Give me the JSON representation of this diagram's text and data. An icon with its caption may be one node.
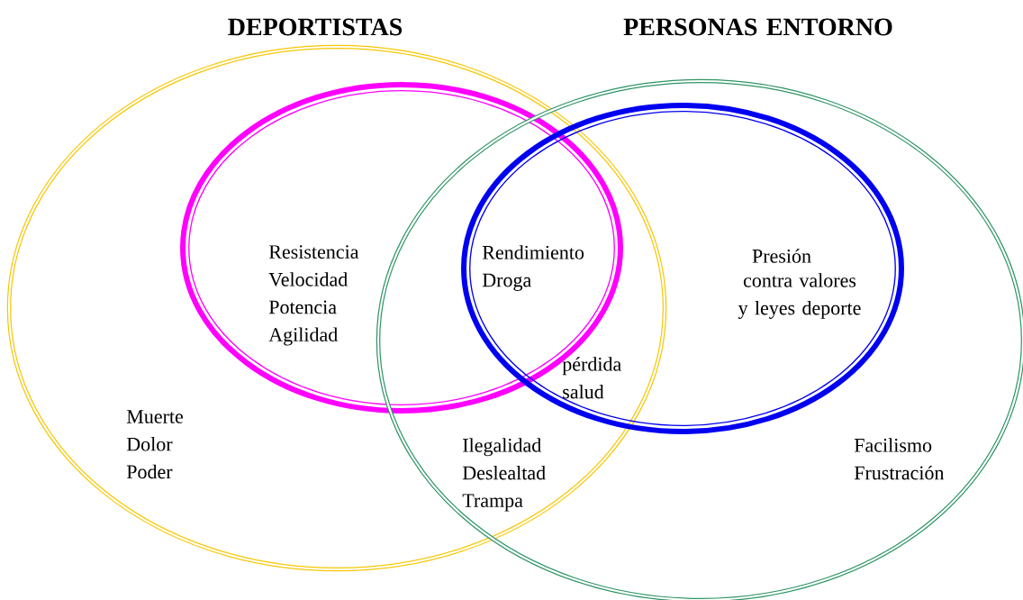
{
  "diagram": {
    "nodes": [
      {
        "text": [
          "DEPORTISTAS",
          "Muerte Dolor Poder"
        ]
      },
      {
        "text": [
          "Resistencia Velocidad Potencia Agilidad"
        ],
        "in": 0
      },
      {
        "text": [
          "PERSONAS ENTORNO",
          "Facilismo Frustración"
        ]
      },
      {
        "text": [
          "Presión",
          "contra valores y leyes deporte"
        ],
        "in": 2
      }
    ],
    "labels": [
      "Rendimiento Droga",
      "pérdida salud",
      "Ilegalidad Deslealtad Trampa"
    ]
  }
}
